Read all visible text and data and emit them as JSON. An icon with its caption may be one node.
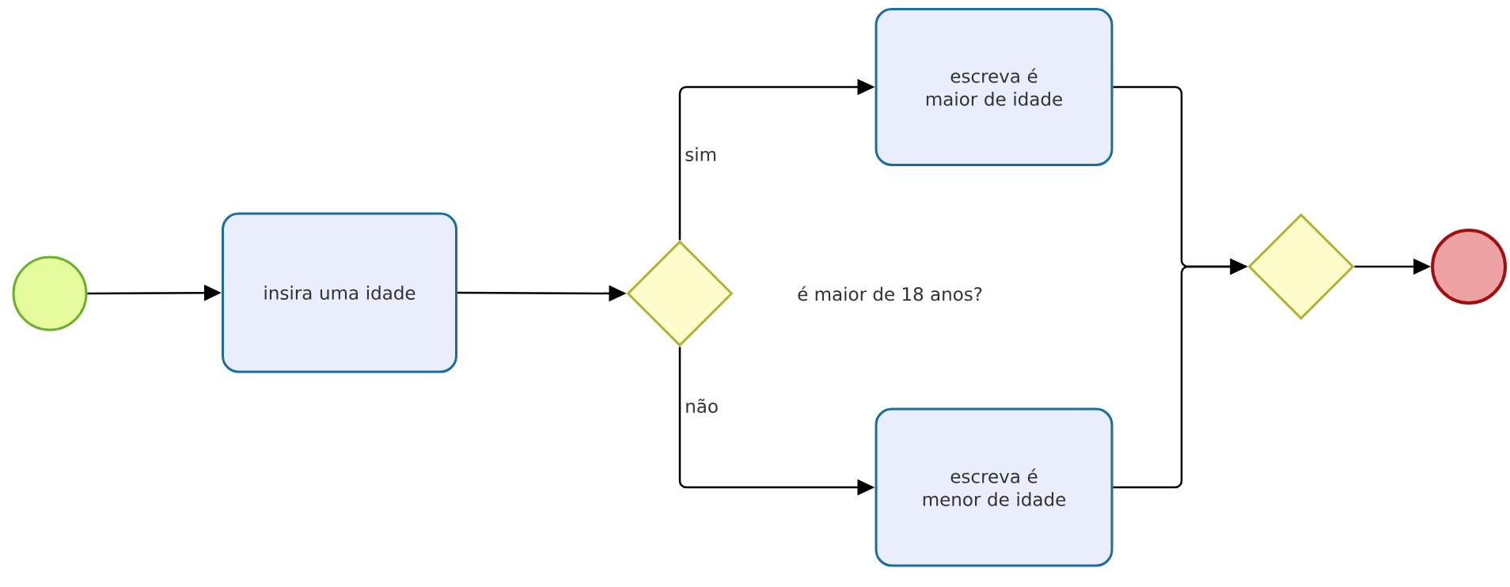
{
  "diagram": {
    "nodes": [
      {
        "text": [],
        "shape": "circle"
      },
      {
        "text": [
          "insira uma idade"
        ]
      },
      {
        "text": [],
        "shape": "diamond",
        "beside": [
          "é maior de 18 anos?"
        ]
      },
      {
        "text": [
          "escreva é maior de idade"
        ]
      },
      {
        "text": [
          "escreva é menor de idade"
        ]
      },
      {
        "text": [],
        "shape": "diamond"
      },
      {
        "text": [],
        "shape": "circle"
      }
    ],
    "edges": [
      {
        "from": 0,
        "to": 1,
        "arrow": "to"
      },
      {
        "from": 1,
        "to": 2,
        "arrow": "to"
      },
      {
        "from": 2,
        "to": 3,
        "arrow": "to",
        "label": "sim"
      },
      {
        "from": 2,
        "to": 4,
        "arrow": "to",
        "label": "não"
      },
      {
        "from": 3,
        "to": 5,
        "arrow": "to"
      },
      {
        "from": 4,
        "to": 5,
        "arrow": "to"
      },
      {
        "from": 5,
        "to": 6,
        "arrow": "to"
      }
    ]
  }
}
